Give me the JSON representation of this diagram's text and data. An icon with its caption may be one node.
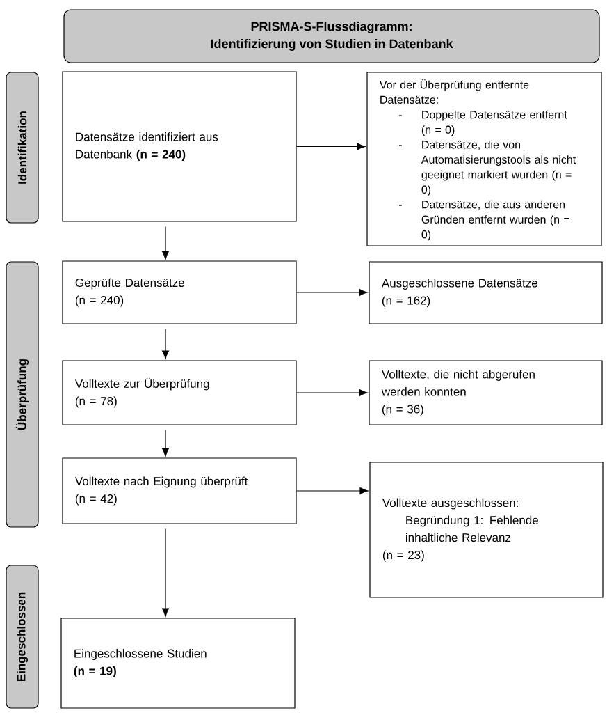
{
  "diagram": {
    "nodes": [
      {
        "text": [
          "PRISMA-S-Flussdiagramm:",
          "Identifizierung von Studien in Datenbank"
        ]
      },
      {
        "text": [
          "Identifikation"
        ]
      },
      {
        "text": [
          "Überprüfung"
        ]
      },
      {
        "text": [
          "Eingeschlossen"
        ]
      },
      {
        "text": [
          "Datensätze identifiziert aus",
          "Datenbank **(n = 240)**"
        ]
      },
      {
        "text": [
          "Vor der Überprüfung entfernte Datensätze:",
          "-",
          "Doppelte Datensätze entfernt (n = 0)",
          "-",
          "Datensätze, die von Automatisierungstools als nicht geeignet markiert wurden (n = 0)",
          "-",
          "Datensätze, die aus anderen Gründen entfernt wurden (n = 0)"
        ]
      },
      {
        "text": [
          "Geprüfte Datensätze",
          "(n = 240)"
        ]
      },
      {
        "text": [
          "Ausgeschlossene Datensätze",
          "(n = 162)"
        ]
      },
      {
        "text": [
          "Volltexte zur Überprüfung",
          "(n = 78)"
        ]
      },
      {
        "text": [
          "Volltexte, die nicht abgerufen werden konnten",
          "(n = 36)"
        ]
      },
      {
        "text": [
          "Volltexte nach Eignung überprüft",
          "(n = 42)"
        ]
      },
      {
        "text": [
          "Volltexte ausgeschlossen:",
          "Begründung 1: Fehlende inhaltliche Relevanz",
          "(n = 23)"
        ]
      },
      {
        "text": [
          "Eingeschlossene Studien",
          "(n = 19)"
        ]
      }
    ],
    "edges": [
      {
        "from": 4,
        "to": 5,
        "arrow": "to"
      },
      {
        "from": 4,
        "to": 6,
        "arrow": "to"
      },
      {
        "from": 6,
        "to": 7,
        "arrow": "to"
      },
      {
        "from": 6,
        "to": 8,
        "arrow": "to"
      },
      {
        "from": 8,
        "to": 9,
        "arrow": "to"
      },
      {
        "from": 8,
        "to": 10,
        "arrow": "to"
      },
      {
        "from": 10,
        "to": 11,
        "arrow": "to"
      },
      {
        "from": 10,
        "to": 12,
        "arrow": "to"
      }
    ]
  }
}
